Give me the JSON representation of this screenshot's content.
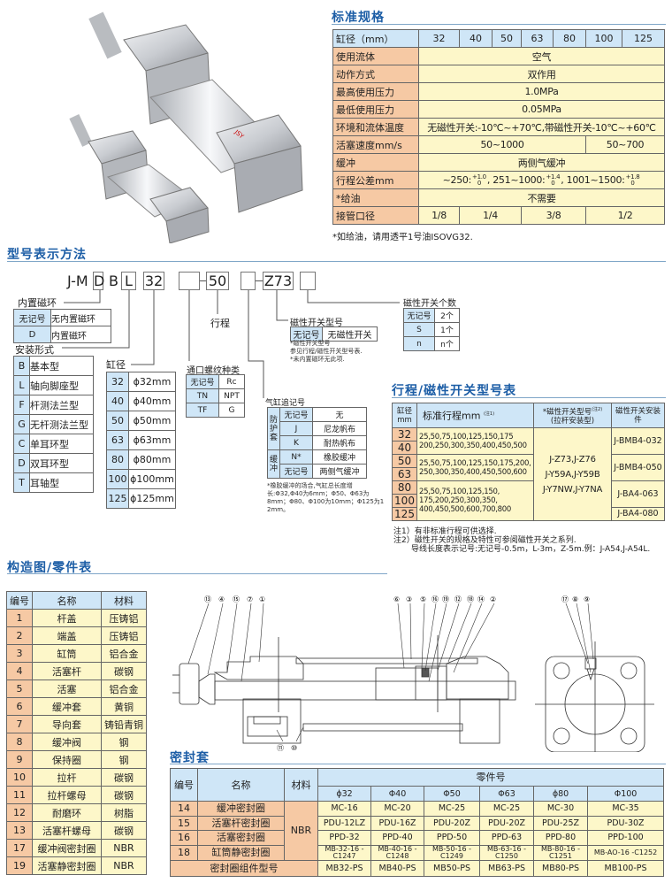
{
  "spec": {
    "title": "标准规格",
    "header": [
      "缸径（mm）",
      "32",
      "40",
      "50",
      "63",
      "80",
      "100",
      "125"
    ],
    "rows": [
      {
        "label": "使用流体",
        "cells": [
          {
            "text": "空气",
            "span": 7
          }
        ]
      },
      {
        "label": "动作方式",
        "cells": [
          {
            "text": "双作用",
            "span": 7
          }
        ]
      },
      {
        "label": "最高使用压力",
        "cells": [
          {
            "text": "1.0MPa",
            "span": 7
          }
        ]
      },
      {
        "label": "最低使用压力",
        "cells": [
          {
            "text": "0.05MPa",
            "span": 7
          }
        ]
      },
      {
        "label": "环境和流体温度",
        "cells": [
          {
            "text": "无磁性开关:-10℃~+70℃,带磁性开关-10℃~+60℃",
            "span": 7
          }
        ]
      },
      {
        "label": "活塞速度mm/s",
        "cells": [
          {
            "text": "50~1000",
            "span": 5
          },
          {
            "text": "50~700",
            "span": 2
          }
        ]
      },
      {
        "label": "缓冲",
        "cells": [
          {
            "text": "两侧气缓冲",
            "span": 7
          }
        ]
      },
      {
        "label": "行程公差mm",
        "cells": [
          {
            "span": 7,
            "tol": [
              {
                "t": "~250:",
                "sup": "+1.0",
                "sub": "0"
              },
              {
                "t": ", 251~1000:",
                "sup": "+1.4",
                "sub": "0"
              },
              {
                "t": ", 1001~1500:",
                "sup": "+1.8",
                "sub": "0"
              }
            ]
          }
        ]
      },
      {
        "label": "*给油",
        "cells": [
          {
            "text": "不需要",
            "span": 7
          }
        ]
      },
      {
        "label": "接管口径",
        "cells": [
          {
            "text": "1/8",
            "span": 1
          },
          {
            "text": "1/4",
            "span": 2
          },
          {
            "text": "3/8",
            "span": 2
          },
          {
            "text": "1/2",
            "span": 2
          }
        ]
      }
    ],
    "footnote": "*如给油，请用透平1号油ISOVG32."
  },
  "photo": {
    "brand": "JSY"
  },
  "model": {
    "title": "型号表示方法",
    "prefix": "J-M",
    "d": "D",
    "b": "B",
    "l": "L",
    "bore": "32",
    "stroke": "50",
    "switch": "Z73",
    "magnet": {
      "label": "内置磁环",
      "rows": [
        [
          "无记号",
          "无内置磁环"
        ],
        [
          "D",
          "内置磁环"
        ]
      ]
    },
    "mount": {
      "label": "安装形式",
      "rows": [
        [
          "B",
          "基本型"
        ],
        [
          "L",
          "轴向脚座型"
        ],
        [
          "F",
          "杆测法兰型"
        ],
        [
          "G",
          "无杆测法兰型"
        ],
        [
          "C",
          "单耳环型"
        ],
        [
          "D",
          "双耳环型"
        ],
        [
          "T",
          "耳轴型"
        ]
      ]
    },
    "boreTable": {
      "label": "缸径",
      "rows": [
        [
          "32",
          "ϕ32mm"
        ],
        [
          "40",
          "ϕ40mm"
        ],
        [
          "50",
          "ϕ50mm"
        ],
        [
          "63",
          "ϕ63mm"
        ],
        [
          "80",
          "ϕ80mm"
        ],
        [
          "100",
          "ϕ100mm"
        ],
        [
          "125",
          "ϕ125mm"
        ]
      ]
    },
    "strokeLabel": "行程",
    "thread": {
      "label": "通口螺纹种类",
      "rows": [
        [
          "无记号",
          "Rc"
        ],
        [
          "TN",
          "NPT"
        ],
        [
          "TF",
          "G"
        ]
      ]
    },
    "extra": {
      "label": "气缸追记号",
      "group1": "防护套",
      "group2": "缓冲",
      "rows": [
        [
          "无记号",
          "无"
        ],
        [
          "J",
          "尼龙帆布"
        ],
        [
          "K",
          "耐热帆布"
        ],
        [
          "N*",
          "橡胶缓冲"
        ],
        [
          "无记号",
          "两侧气缓冲"
        ]
      ],
      "note": [
        "*橡胶缓冲的场合,气缸总长度增",
        "长:Φ32,Φ40为6mm；Φ50、Φ63为",
        "8mm；Φ80、Φ100为10mm；Φ125为12mm。"
      ]
    },
    "switchType": {
      "label": "磁性开关型号",
      "rows": [
        [
          "无记号",
          "无磁性开关"
        ]
      ],
      "notes": [
        "*磁性开关型号",
        "参见行程/磁性开关型号表.",
        "*未内置磁环无此项."
      ]
    },
    "switchCount": {
      "label": "磁性开关个数",
      "rows": [
        [
          "无记号",
          "2个"
        ],
        [
          "S",
          "1个"
        ],
        [
          "n",
          "n个"
        ]
      ]
    }
  },
  "stroke": {
    "title": "行程/磁性开关型号表",
    "h_bore": "缸径mm",
    "h_stroke": "标准行程mm",
    "h_stroke_note": "(注1)",
    "h_switch": "*磁性开关型号",
    "h_switch_note": "(注2)",
    "h_switch2": "(拉杆安装型)",
    "h_mount": "磁性开关安装件",
    "bores": [
      "32",
      "40",
      "50",
      "63",
      "80",
      "100",
      "125"
    ],
    "strokes": [
      "25,50,75,100,125,150,175 200,250,300,350,400,450,500",
      "25,50,75,100,125,150,175,200, 250,300,350,400,450,500,600",
      "25,50,75,100,125,150, 175,200,250,300,350, 400,450,500,600,700,800"
    ],
    "switches": [
      "J-Z73,J-Z76",
      "J-Y59A,J-Y59B",
      "J-Y7NW,J-Y7NA"
    ],
    "mounts": [
      "J-BMB4-032",
      "J-BMB4-050",
      "J-BA4-063",
      "J-BA4-080"
    ],
    "notes": [
      "注1）有非标准行程可供选择.",
      "注2）磁性开关的规格及特性可参阅磁性开关之系列.",
      "导线长度表示记号:无记号-0.5m，L-3m，Z-5m.例：J-A54,J-A54L."
    ]
  },
  "parts": {
    "title": "构造图/零件表",
    "header": [
      "编号",
      "名称",
      "材料"
    ],
    "rows": [
      [
        "1",
        "杆盖",
        "压铸铝"
      ],
      [
        "2",
        "端盖",
        "压铸铝"
      ],
      [
        "3",
        "缸筒",
        "铝合金"
      ],
      [
        "4",
        "活塞杆",
        "碳钢"
      ],
      [
        "5",
        "活塞",
        "铝合金"
      ],
      [
        "6",
        "缓冲套",
        "黄铜"
      ],
      [
        "7",
        "导向套",
        "铸铅青铜"
      ],
      [
        "8",
        "缓冲阀",
        "钢"
      ],
      [
        "9",
        "保持圈",
        "钢"
      ],
      [
        "10",
        "拉杆",
        "碳钢"
      ],
      [
        "11",
        "拉杆螺母",
        "碳钢"
      ],
      [
        "12",
        "耐磨环",
        "树脂"
      ],
      [
        "13",
        "活塞杆螺母",
        "碳钢"
      ],
      [
        "17",
        "缓冲阀密封圈",
        "NBR"
      ],
      [
        "19",
        "活塞静密封圈",
        "NBR"
      ]
    ]
  },
  "drawing": {
    "callouts_left": [
      "⑬",
      "④",
      "⑮",
      "⑦",
      "①"
    ],
    "callouts_mid": [
      "⑥",
      "③",
      "⑤",
      "⑯",
      "⑲",
      "⑫",
      "⑱",
      "⑭",
      "②"
    ],
    "callouts_right": [
      "⑰",
      "⑧",
      "⑨"
    ],
    "callouts_bottom": [
      "⑪",
      "⑩"
    ]
  },
  "seal": {
    "title": "密封套",
    "h_no": "编号",
    "h_name": "名称",
    "h_mat": "材料",
    "h_part": "零件号",
    "sizes": [
      "ϕ32",
      "Φ40",
      "Φ50",
      "Φ63",
      "ϕ80",
      "Φ100"
    ],
    "material": "NBR",
    "rows": [
      {
        "no": "14",
        "name": "缓冲密封圈",
        "parts": [
          "MC-16",
          "MC-20",
          "MC-25",
          "MC-25",
          "MC-30",
          "MC-35"
        ]
      },
      {
        "no": "15",
        "name": "活塞杆密封圈",
        "parts": [
          "PDU-12LZ",
          "PDU-16Z",
          "PDU-20Z",
          "PDU-20Z",
          "PDU-25Z",
          "PDU-30Z"
        ]
      },
      {
        "no": "16",
        "name": "活塞密封圈",
        "parts": [
          "PPD-32",
          "PPD-40",
          "PPD-50",
          "PPD-63",
          "PPD-80",
          "PPD-100"
        ]
      },
      {
        "no": "18",
        "name": "缸筒静密封圈",
        "parts": [
          "MB-32-16 -C1247",
          "MB-40-16 -C1248",
          "MB-50-16 -C1249",
          "MB-63-16 -C1250",
          "MB-80-16 -C1251",
          "MB-AO-16 -C1252"
        ]
      }
    ],
    "kit_label": "密封圈组件型号",
    "kits": [
      "MB32-PS",
      "MB40-PS",
      "MB50-PS",
      "MB63-PS",
      "MB80-PS",
      "MB100-PS"
    ]
  },
  "colors": {
    "title": "#1d5ea6",
    "header": "#cfe6f7",
    "label": "#f6c9a4",
    "value": "#fdf7c9"
  }
}
